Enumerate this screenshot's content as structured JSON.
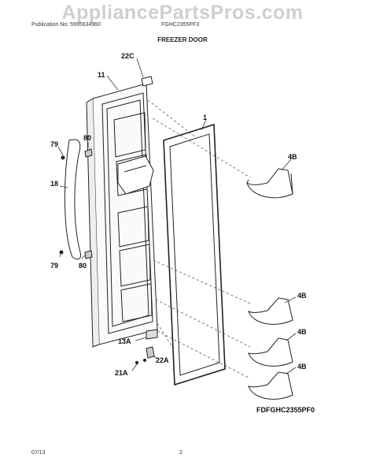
{
  "watermark": "AppliancePartsPros.com",
  "header": {
    "publication": "Publication No: 5995634960",
    "model": "FGHC2355PF3"
  },
  "section_title": "FREEZER DOOR",
  "diagram_code": "FDFGHC2355PF0",
  "footer": {
    "date": "07/13",
    "page": "2"
  },
  "callouts": {
    "door_cap": "22C",
    "door_panel": "11",
    "gasket": "1",
    "handle_screw_top": "79",
    "handle_mount_top": "80",
    "handle": "18",
    "handle_screw_bottom": "79",
    "handle_mount_bottom": "80",
    "shelf_top": "4B",
    "shelf_2": "4B",
    "shelf_3": "4B",
    "shelf_4": "4B",
    "hinge": "13A",
    "hinge_part": "22A",
    "screws": "21A"
  }
}
